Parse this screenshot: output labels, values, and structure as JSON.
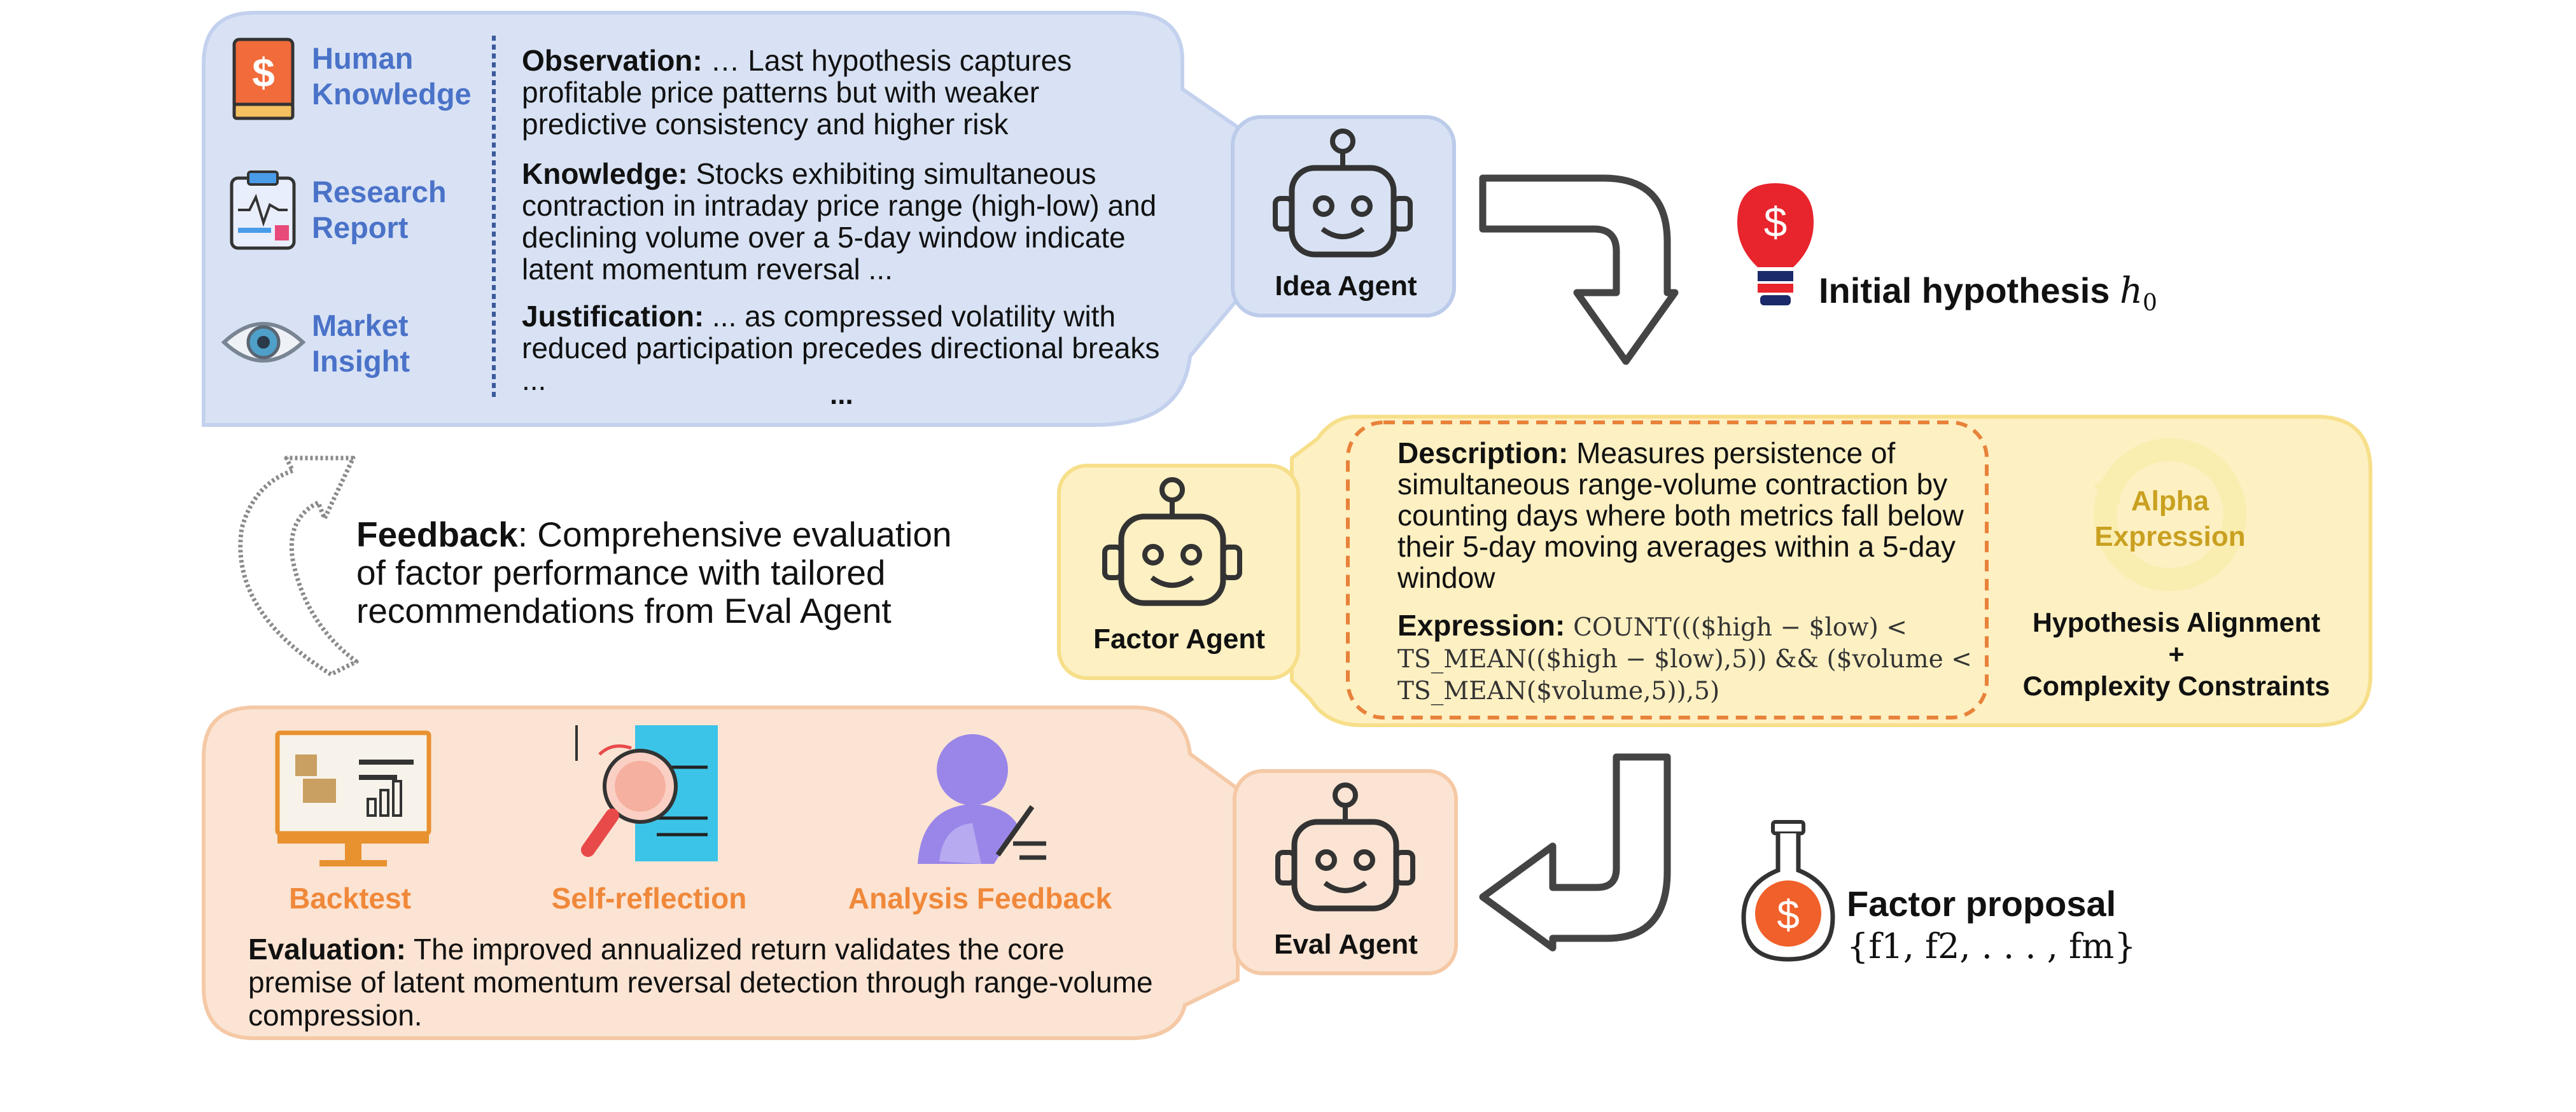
{
  "idea_panel": {
    "sources": [
      {
        "label": "Human Knowledge",
        "icon": "book-icon"
      },
      {
        "label": "Research Report",
        "icon": "clipboard-icon"
      },
      {
        "label": "Market Insight",
        "icon": "eye-icon"
      }
    ],
    "observation_label": "Observation:",
    "observation_text": " … Last hypothesis captures profitable price patterns but with weaker predictive consistency and higher risk",
    "knowledge_label": "Knowledge:",
    "knowledge_text": " Stocks exhibiting simultaneous contraction in intraday price range (high-low) and declining volume over a 5-day window indicate latent momentum reversal ...",
    "justification_label": "Justification:",
    "justification_text": " ... as compressed volatility with reduced participation precedes directional breaks ...",
    "ellipsis": "...",
    "agent_label": "Idea Agent"
  },
  "hypothesis": {
    "label": "Initial hypothesis ",
    "symbol": "h",
    "subscript": "0"
  },
  "factor_panel": {
    "agent_label": "Factor Agent",
    "description_label": "Description:",
    "description_text": " Measures persistence of simultaneous range-volume contraction by counting days where both metrics fall below their 5-day moving averages within a 5-day window",
    "expression_label": "Expression:",
    "expression_code_1": "COUNT((($high − $low) <",
    "expression_code_2": "TS_MEAN(($high − $low),5)) && ($volume <",
    "expression_code_3": "TS_MEAN($volume,5)),5)",
    "alpha_label_1": "Alpha",
    "alpha_label_2": "Expression",
    "constraints_1": "Hypothesis Alignment",
    "constraints_plus": "+",
    "constraints_2": "Complexity Constraints"
  },
  "feedback": {
    "label": "Feedback",
    "text_1": ": Comprehensive evaluation",
    "text_2": "of factor performance with tailored",
    "text_3": "recommendations from Eval Agent"
  },
  "eval_panel": {
    "tools": [
      {
        "label": "Backtest",
        "icon": "monitor-chart-icon"
      },
      {
        "label": "Self-reflection",
        "icon": "magnifier-icon"
      },
      {
        "label": "Analysis Feedback",
        "icon": "user-pen-icon"
      }
    ],
    "evaluation_label": "Evaluation:",
    "evaluation_text": " The improved annualized return validates the core premise of latent momentum reversal detection through range-volume compression.",
    "agent_label": "Eval Agent"
  },
  "proposal": {
    "label": "Factor proposal",
    "formula": "{f1, f2, . . . , fm}"
  },
  "colors": {
    "blue_panel": "#d8e2f4",
    "blue_border": "#bccbea",
    "blue_text": "#4a72c8",
    "yellow_panel": "#fdf0c2",
    "yellow_border": "#f7df8a",
    "orange_panel": "#fbe4d3",
    "orange_border": "#f5c9a6",
    "orange_text": "#f0883a",
    "dashed_orange": "#e8823a"
  }
}
